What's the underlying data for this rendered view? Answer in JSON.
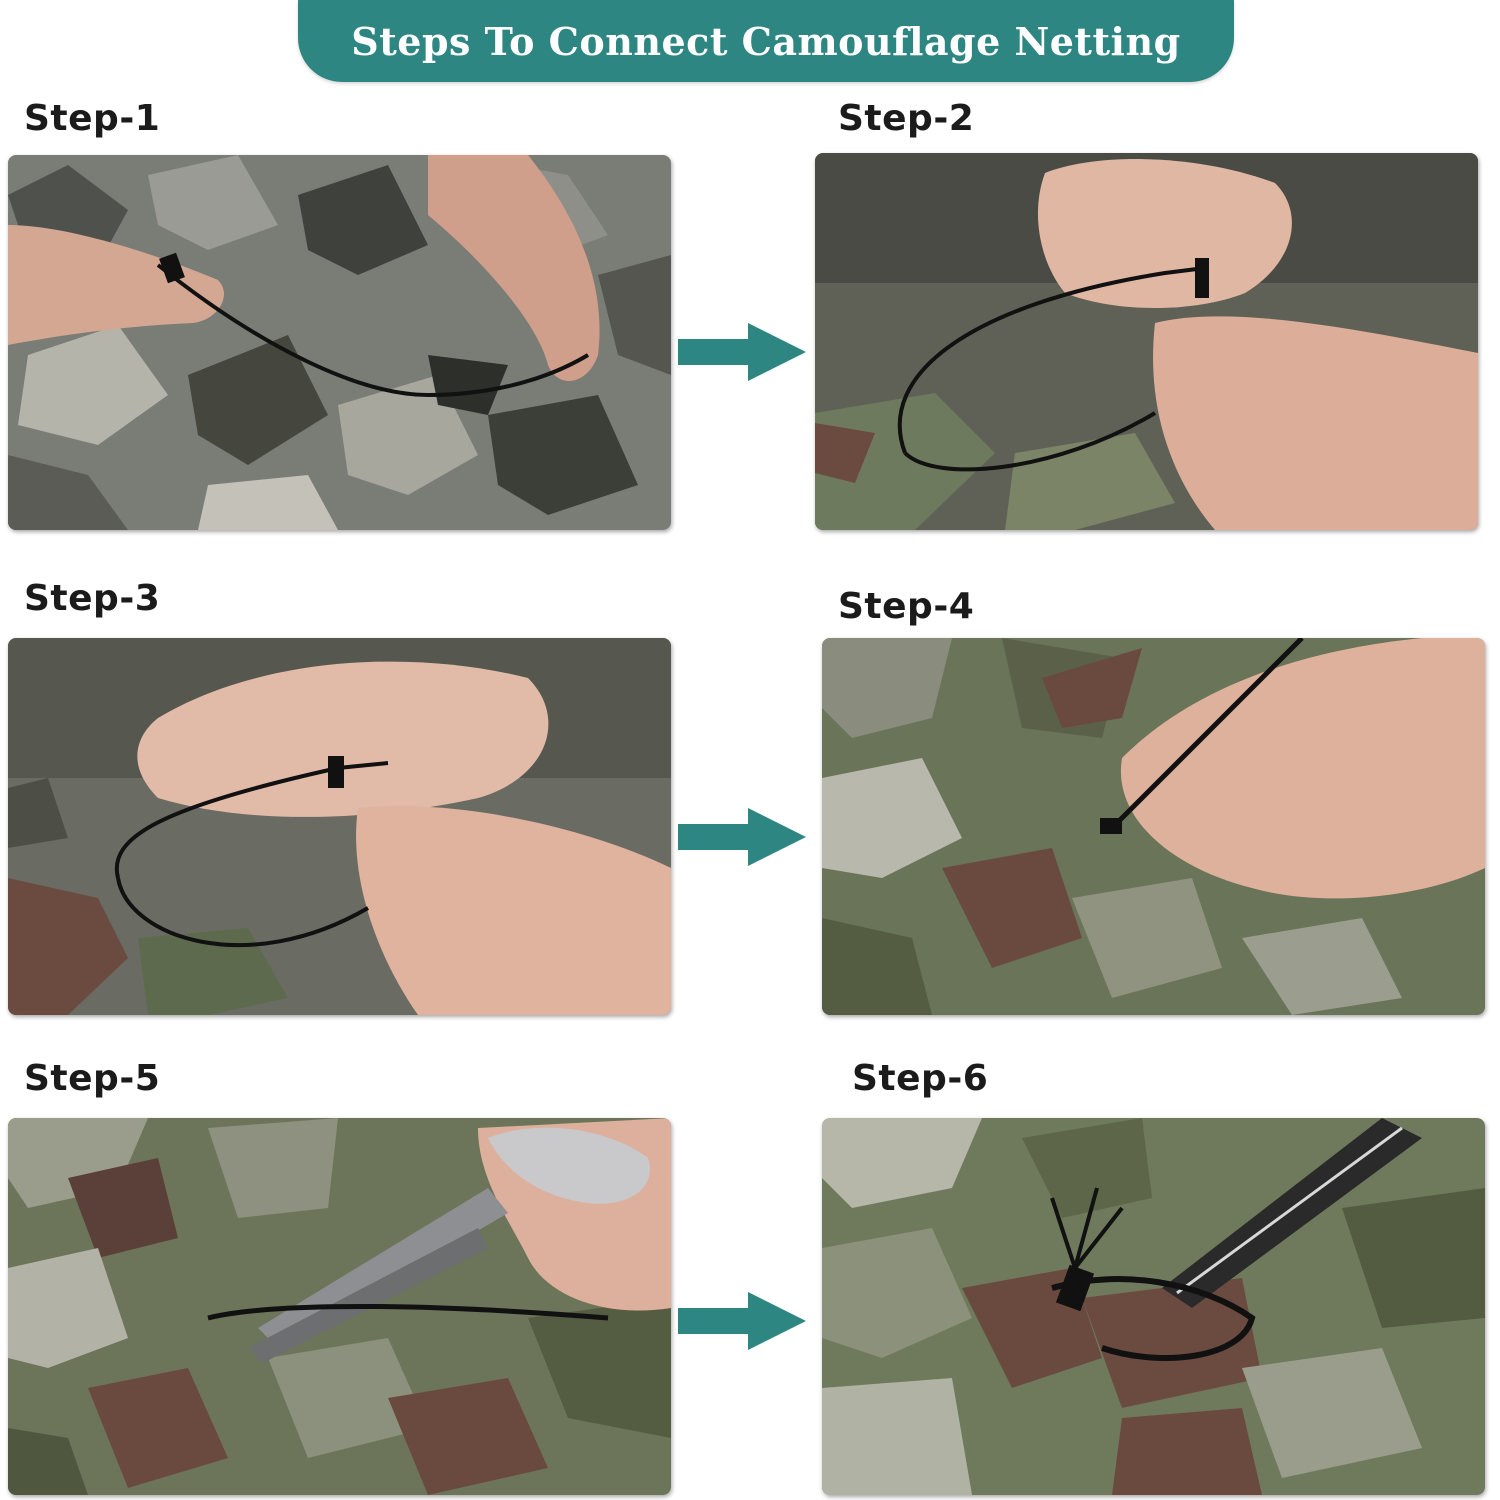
{
  "title": "Steps To Connect Camouflage Netting",
  "steps": [
    {
      "label": "Step-1"
    },
    {
      "label": "Step-2"
    },
    {
      "label": "Step-3"
    },
    {
      "label": "Step-4"
    },
    {
      "label": "Step-5"
    },
    {
      "label": "Step-6"
    }
  ],
  "colors": {
    "accent_teal": "#2e8683",
    "label_text": "#1b1b1b",
    "camo_gray": "#6b6d66",
    "camo_olive": "#5f6650",
    "camo_brown": "#6a4a3f",
    "skin": "#e2b9a6",
    "cable_tie": "#111111"
  }
}
